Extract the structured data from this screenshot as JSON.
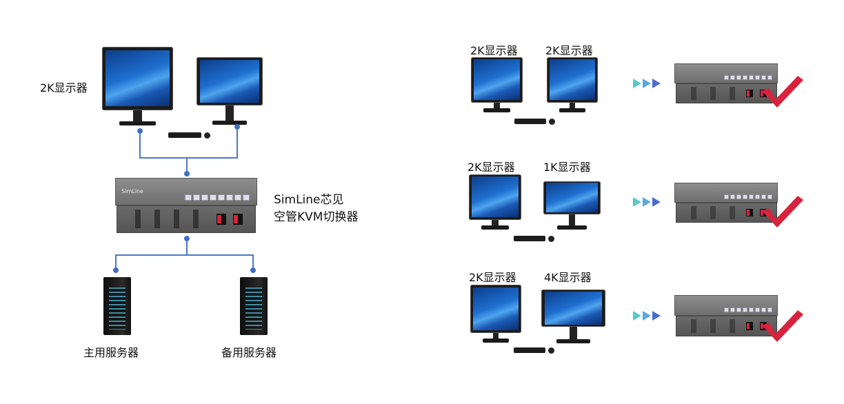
{
  "left": {
    "monitor_label": "2K显示器",
    "kvm_label_line1": "SimLine芯见",
    "kvm_label_line2": "空管KVM切换器",
    "kvm_logo": "SimLine",
    "server_primary": "主用服务器",
    "server_backup": "备用服务器"
  },
  "right": {
    "rows": [
      {
        "monitor_a": "2K显示器",
        "monitor_b": "2K显示器"
      },
      {
        "monitor_a": "2K显示器",
        "monitor_b": "1K显示器"
      },
      {
        "monitor_a": "2K显示器",
        "monitor_b": "4K显示器"
      }
    ]
  },
  "colors": {
    "connector": "#4a78c8",
    "check": "#d8233c",
    "arrow": [
      "#5ac9c9",
      "#5ba8dd",
      "#4b6dd1"
    ]
  }
}
